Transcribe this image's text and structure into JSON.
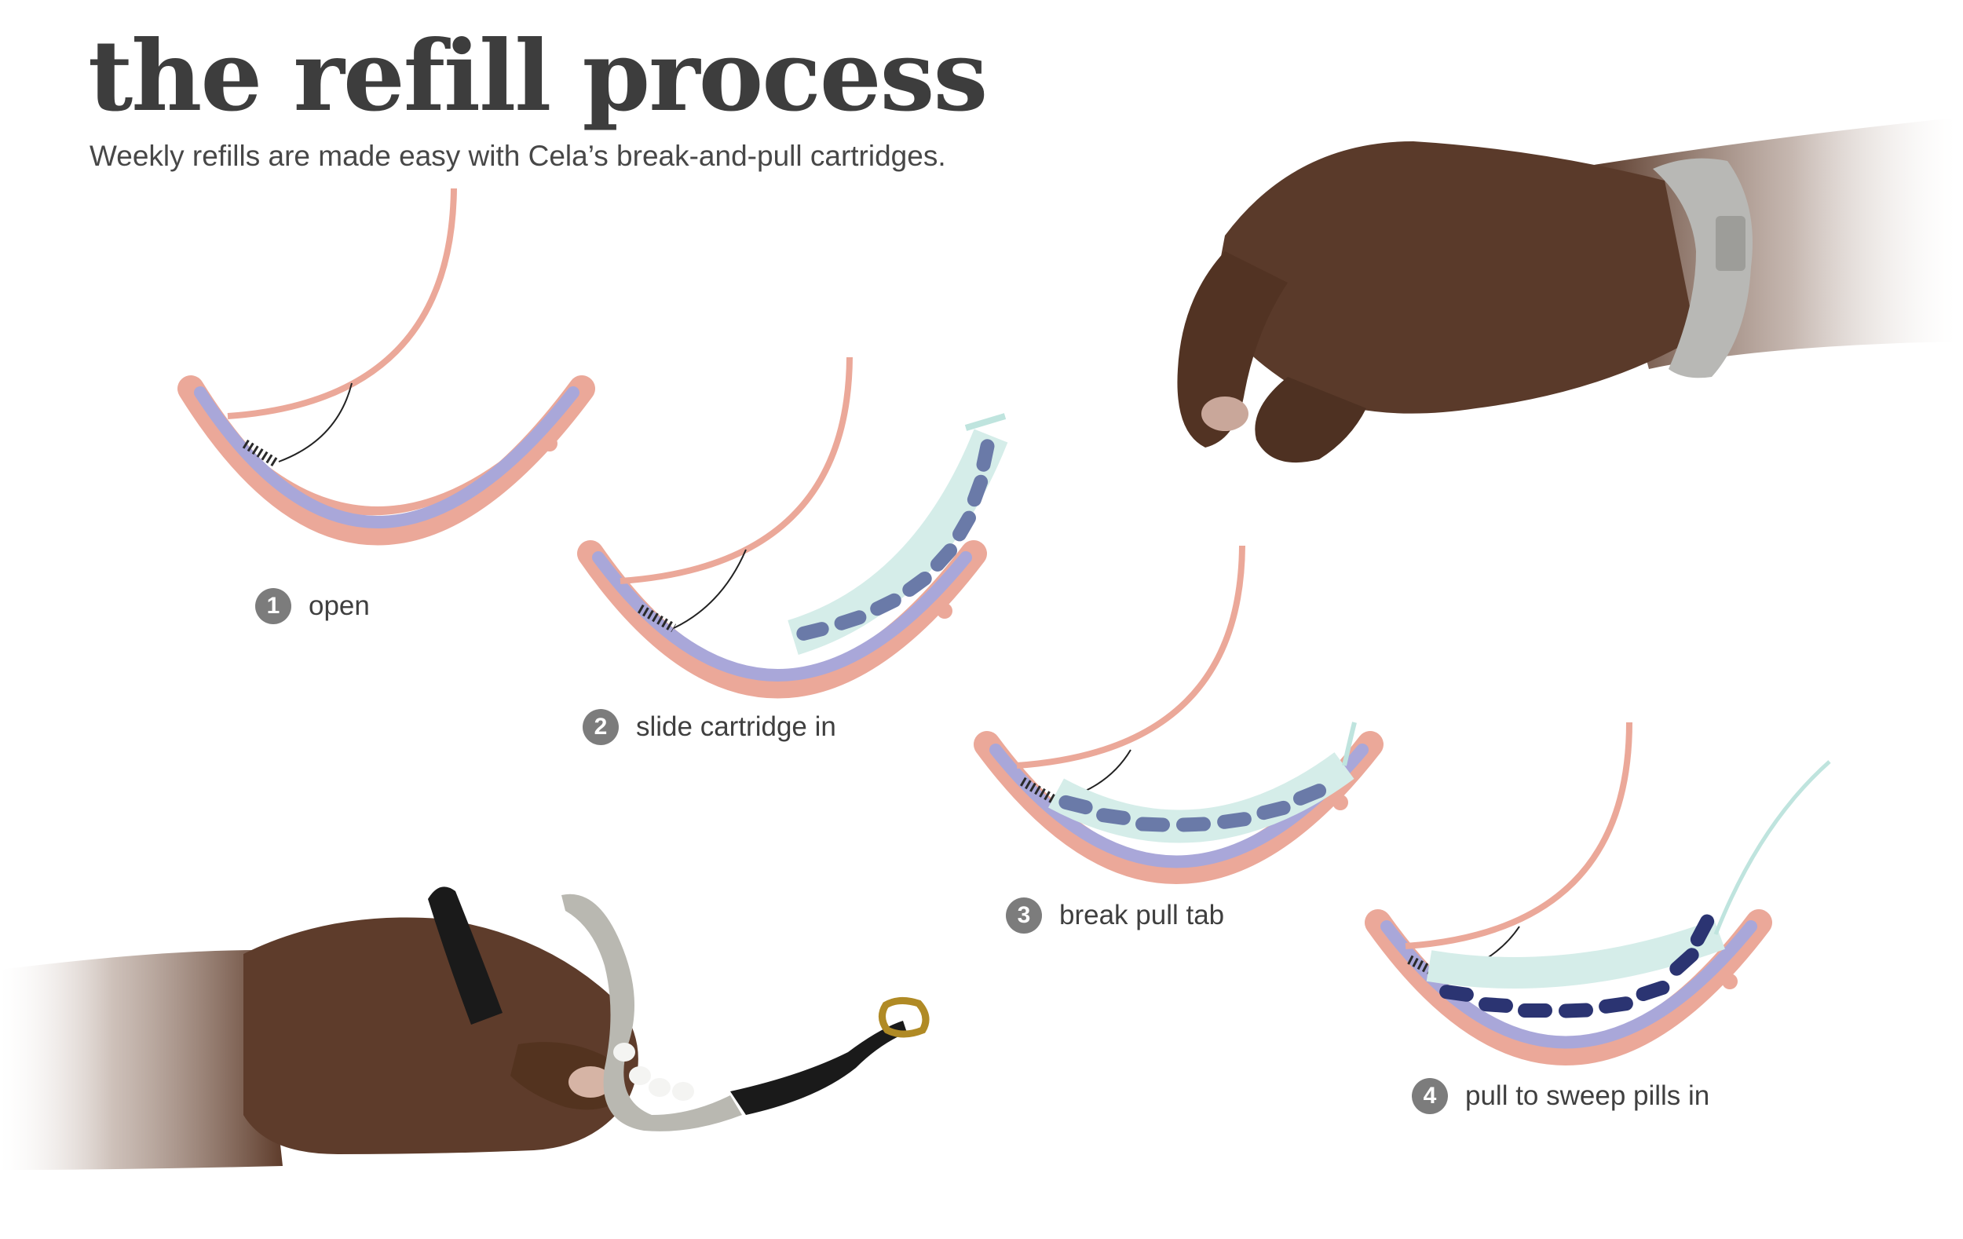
{
  "header": {
    "title": "the refill process",
    "subtitle": "Weekly refills are made easy with Cela’s break-and-pull cartridges."
  },
  "steps": [
    {
      "number": "1",
      "label": "open"
    },
    {
      "number": "2",
      "label": "slide cartridge in"
    },
    {
      "number": "3",
      "label": "break pull tab"
    },
    {
      "number": "4",
      "label": "pull to sweep pills in"
    }
  ],
  "colors": {
    "band_outer": "#eba899",
    "band_inner": "#a9a7d9",
    "cartridge": "#d5ede9",
    "pill": "#6a7aa8",
    "pill_dark": "#2b3472",
    "badge": "#7c7c7c",
    "title": "#3d3d3d"
  },
  "photos": [
    {
      "icon": "hand-wrist-bracelet-icon"
    },
    {
      "icon": "hand-holding-bracelet-icon"
    }
  ]
}
